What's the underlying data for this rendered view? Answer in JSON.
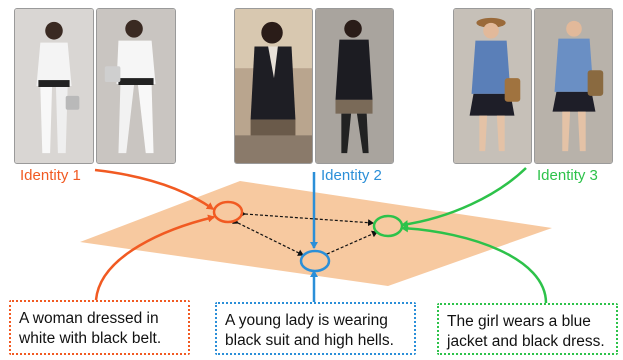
{
  "colors": {
    "identity_1": "#f15a22",
    "identity_2": "#2b8fd8",
    "identity_3": "#2dc24a",
    "plane": "#f7c9a0"
  },
  "identities": [
    {
      "label": "Identity 1",
      "caption_lines": [
        "A woman dressed in",
        "white with black belt."
      ]
    },
    {
      "label": "Identity 2",
      "caption_lines": [
        "A young lady is wearing",
        "black suit and high hells."
      ]
    },
    {
      "label": "Identity 3",
      "caption_lines": [
        "The girl wears a blue",
        "jacket and black dress."
      ]
    }
  ]
}
